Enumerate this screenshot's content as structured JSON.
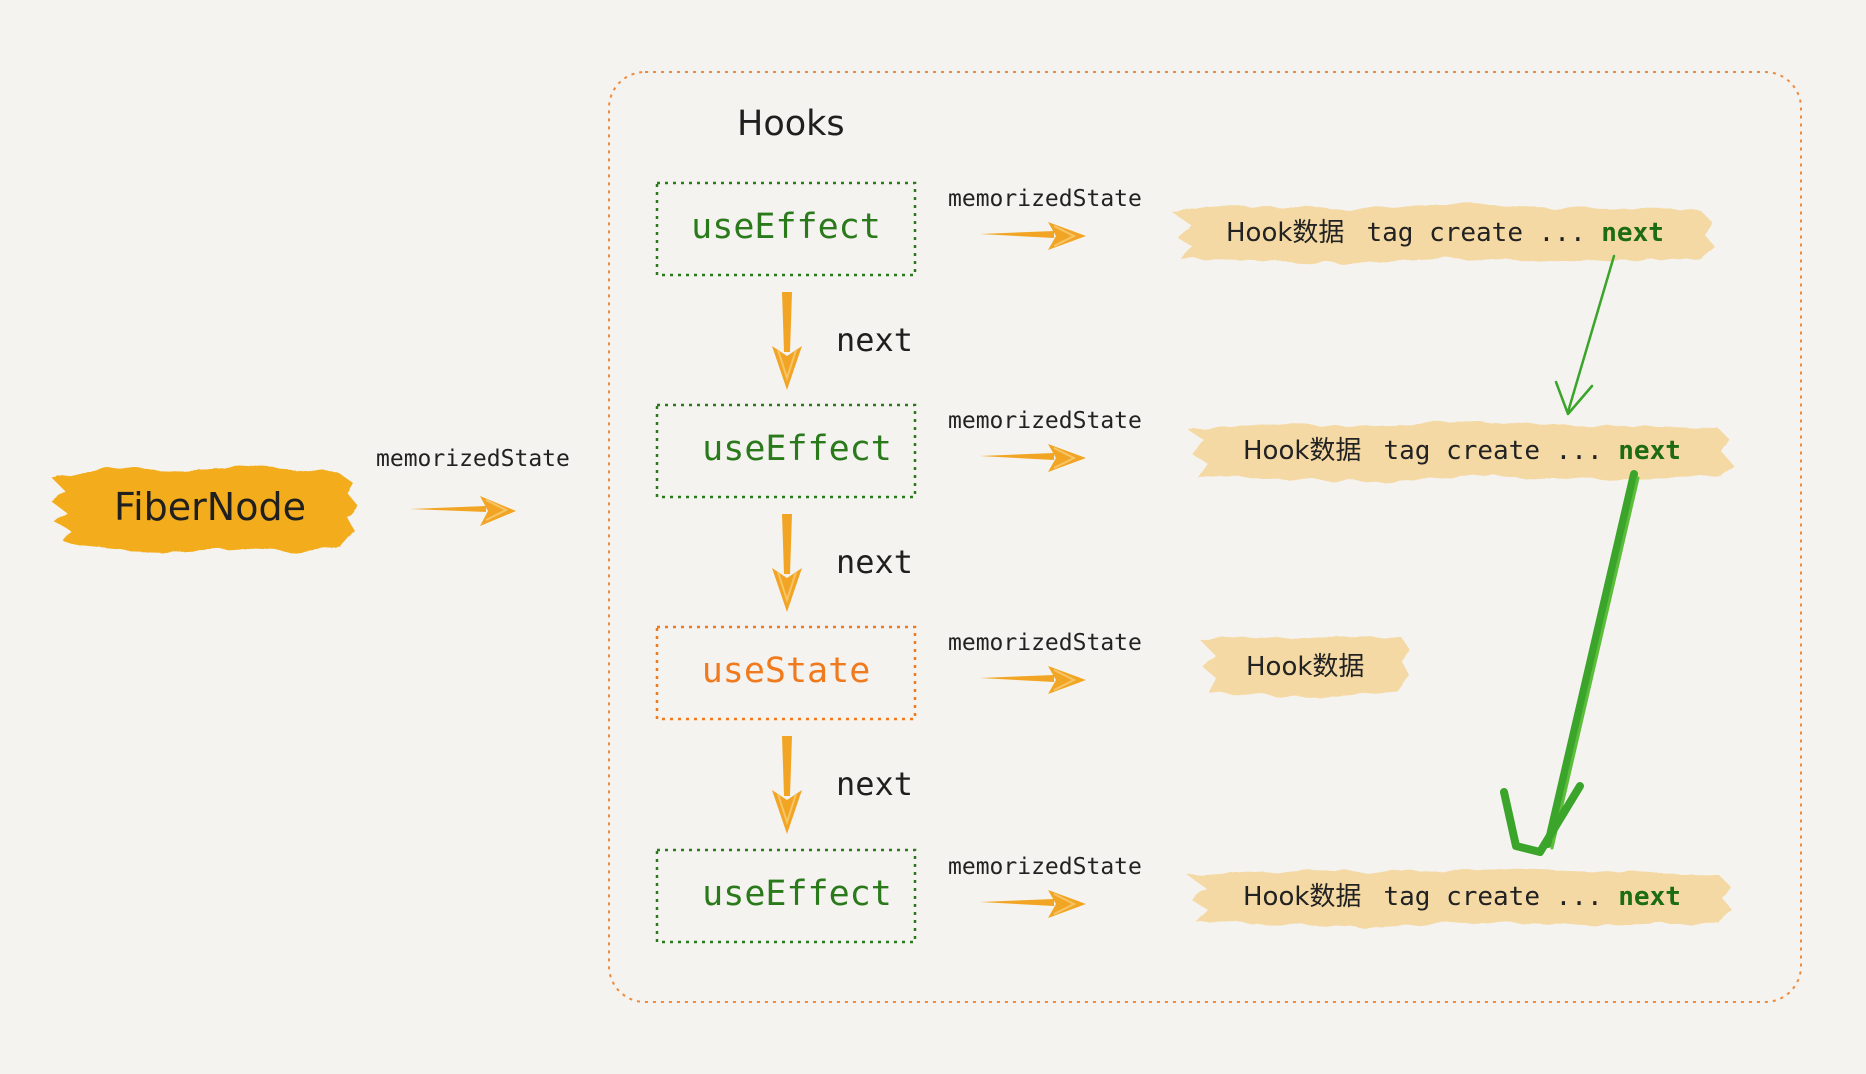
{
  "fiber_node": {
    "label": "FiberNode",
    "fill_color": "#f3ac1a"
  },
  "fiber_link_label": "memorizedState",
  "hooks_container": {
    "title": "Hooks",
    "border_color": "#f08a3a"
  },
  "hooks": [
    {
      "label": "useEffect",
      "kind": "effect"
    },
    {
      "label": "useEffect",
      "kind": "effect"
    },
    {
      "label": "useState",
      "kind": "state"
    },
    {
      "label": "useEffect",
      "kind": "effect"
    }
  ],
  "next_labels": [
    "next",
    "next",
    "next"
  ],
  "state_labels": [
    "memorizedState",
    "memorizedState",
    "memorizedState",
    "memorizedState"
  ],
  "hook_data": [
    {
      "name": "Hook数据",
      "tag": "tag",
      "create": "create",
      "ellipsis": "...",
      "next": "next"
    },
    {
      "name": "Hook数据",
      "tag": "tag",
      "create": "create",
      "ellipsis": "...",
      "next": "next"
    },
    {
      "name": "Hook数据"
    },
    {
      "name": "Hook数据",
      "tag": "tag",
      "create": "create",
      "ellipsis": "...",
      "next": "next"
    }
  ],
  "colors": {
    "effect": "#2a7a1c",
    "state": "#f07a1e",
    "arrow": "#f2a524",
    "data_brush": "#f5d9a4",
    "next_arrow": "#3aa52a",
    "background": "#f4f3ef"
  }
}
